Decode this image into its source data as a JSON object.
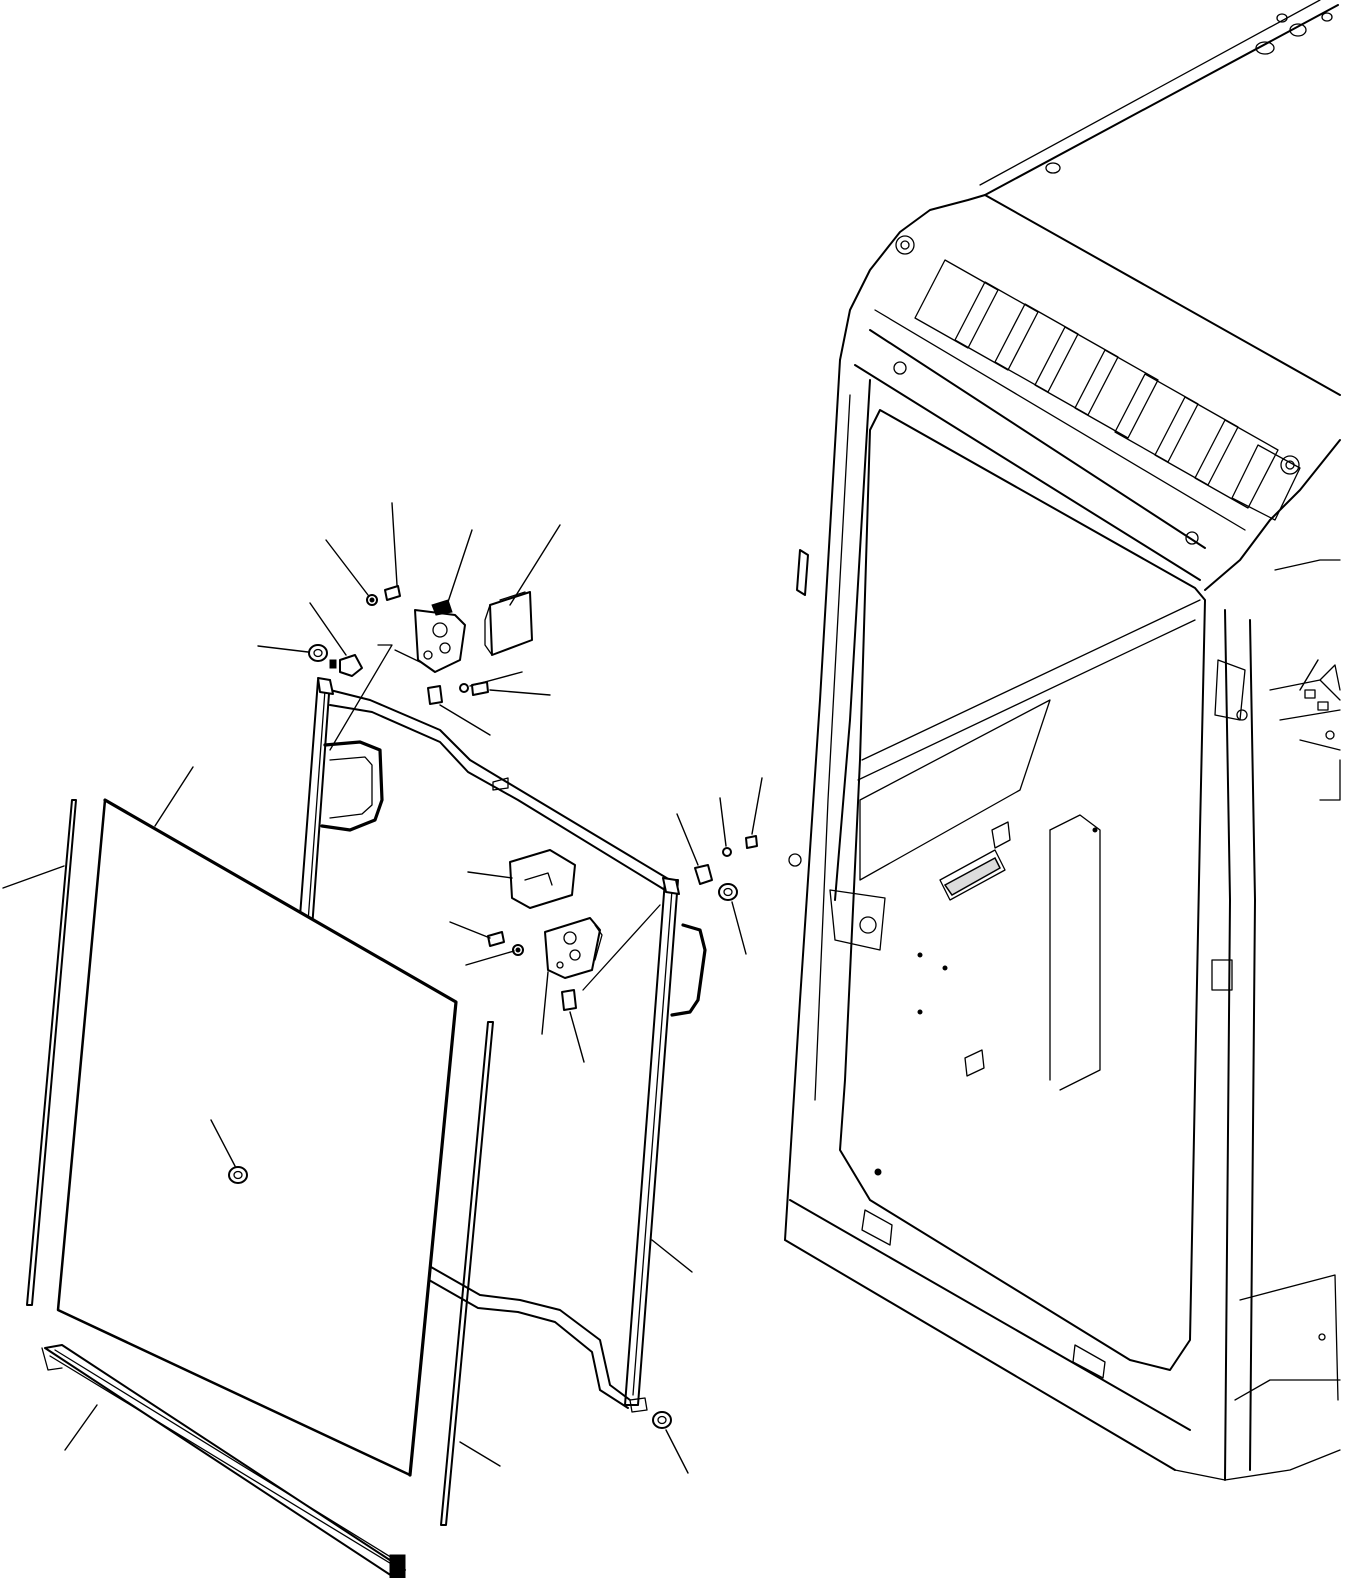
{
  "figure": {
    "kind": "exploded-parts-diagram",
    "background": "#ffffff",
    "line_color": "#000000"
  },
  "parts": [
    {
      "id": "cab-structure"
    },
    {
      "id": "window-frame"
    },
    {
      "id": "glass-pane"
    },
    {
      "id": "left-guide-rail"
    },
    {
      "id": "right-guide-rail"
    },
    {
      "id": "bottom-seal-strip"
    },
    {
      "id": "upper-latch-plate"
    },
    {
      "id": "upper-latch-cover"
    },
    {
      "id": "lower-latch-plate"
    },
    {
      "id": "lower-latch-cover"
    },
    {
      "id": "roller"
    },
    {
      "id": "bolt"
    },
    {
      "id": "washer"
    },
    {
      "id": "stopper"
    }
  ],
  "callouts_count": 26
}
